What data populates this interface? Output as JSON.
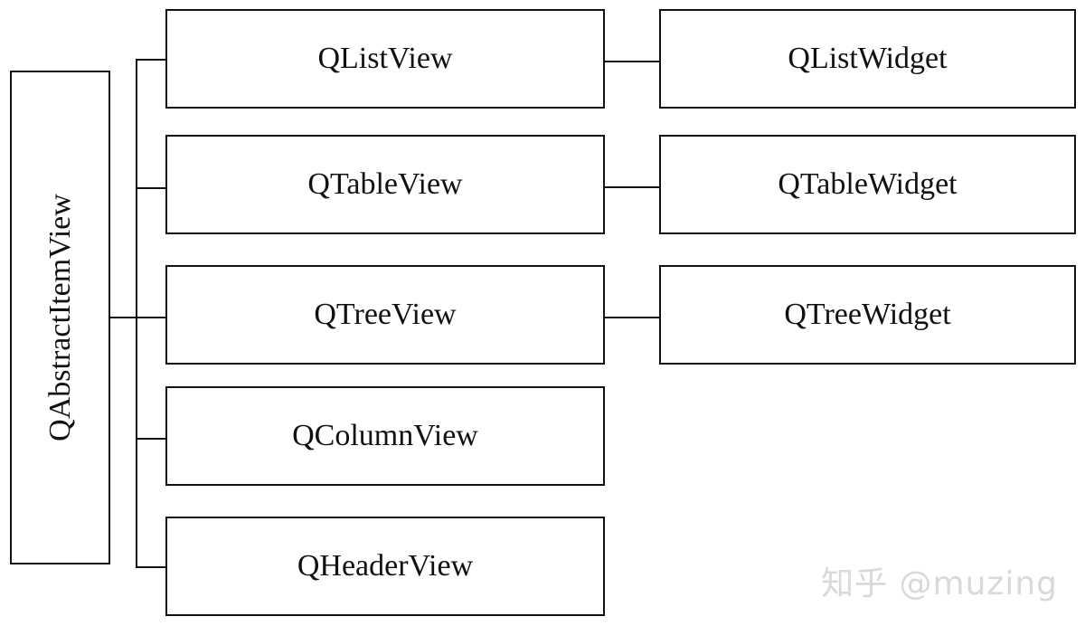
{
  "diagram": {
    "root": "QAbstractItemView",
    "views": [
      {
        "label": "QListView"
      },
      {
        "label": "QTableView"
      },
      {
        "label": "QTreeView"
      },
      {
        "label": "QColumnView"
      },
      {
        "label": "QHeaderView"
      }
    ],
    "widgets": [
      {
        "label": "QListWidget"
      },
      {
        "label": "QTableWidget"
      },
      {
        "label": "QTreeWidget"
      }
    ]
  },
  "watermark": "知乎 @muzing",
  "colors": {
    "line": "#111111",
    "background": "#ffffff",
    "watermark": "#d9d9d9"
  }
}
